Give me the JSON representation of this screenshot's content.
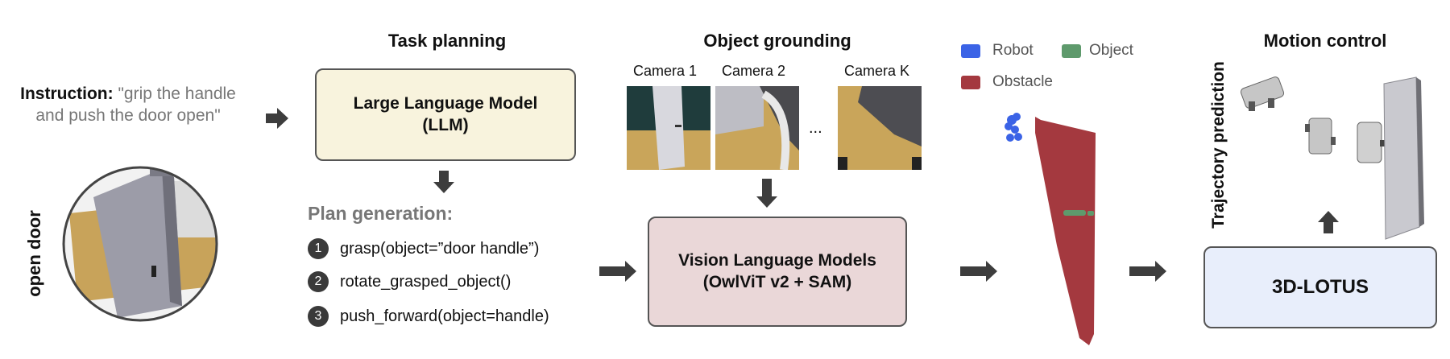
{
  "instruction": {
    "label": "Instruction:",
    "text_line1": "\"grip the handle",
    "text_line2": "and push the door open\"",
    "task_name": "open door"
  },
  "task_planning": {
    "title": "Task planning",
    "llm_line1": "Large Language Model",
    "llm_line2": "(LLM)",
    "plan_title": "Plan generation:",
    "steps": [
      {
        "num": "1",
        "text": "grasp(object=”door handle”)"
      },
      {
        "num": "2",
        "text": "rotate_grasped_object()"
      },
      {
        "num": "3",
        "text": "push_forward(object=handle)"
      }
    ]
  },
  "object_grounding": {
    "title": "Object grounding",
    "cameras": [
      "Camera 1",
      "Camera 2",
      "Camera K"
    ],
    "ellipsis": "...",
    "vlm_line1": "Vision Language Models",
    "vlm_line2": "(OwlViT v2 + SAM)"
  },
  "legend": {
    "robot": "Robot",
    "object": "Object",
    "obstacle": "Obstacle",
    "robot_color": "#3b63e6",
    "object_color": "#5e9a6c",
    "obstacle_color": "#a4393f"
  },
  "motion_control": {
    "title": "Motion control",
    "trajectory_label": "Trajectory prediction",
    "model": "3D-LOTUS"
  },
  "colors": {
    "llm_fill": "#f8f3dd",
    "vlm_fill": "#ead7d8",
    "lotus_fill": "#e8eefb",
    "arrow": "#3d3d3d"
  }
}
